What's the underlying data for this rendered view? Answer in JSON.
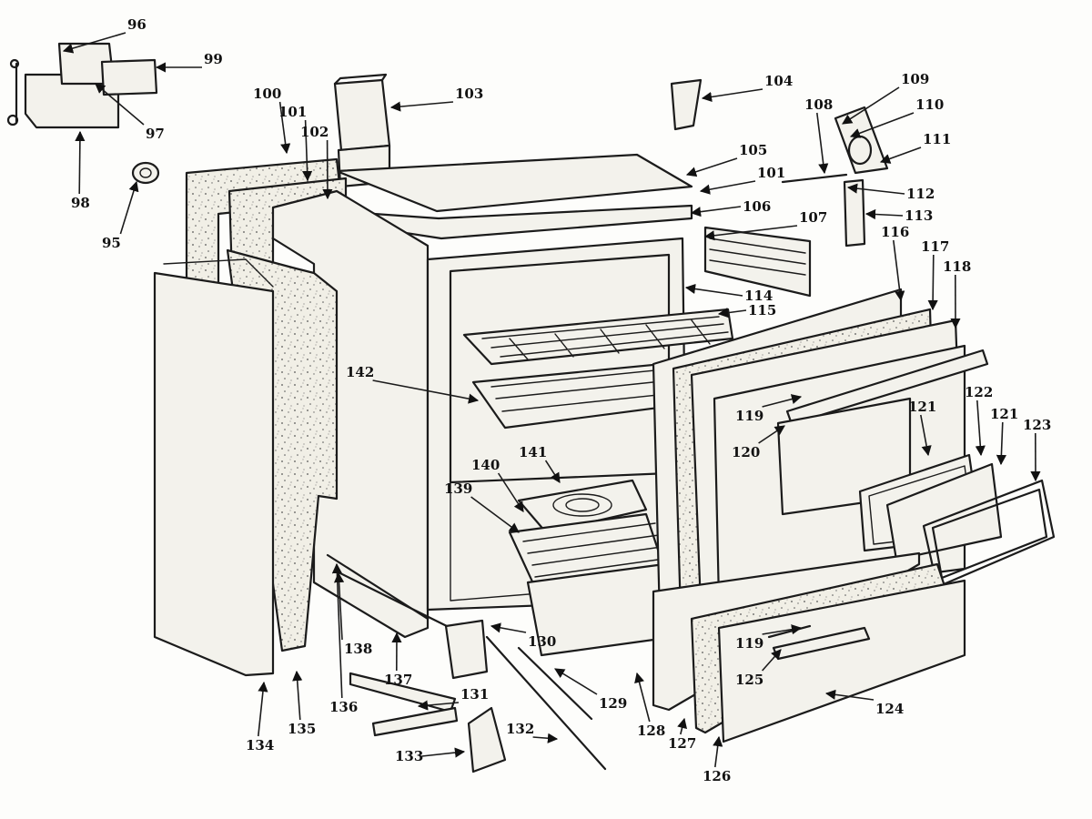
{
  "callouts": [
    {
      "id": "95",
      "text": "95"
    },
    {
      "id": "96",
      "text": "96"
    },
    {
      "id": "97",
      "text": "97"
    },
    {
      "id": "98",
      "text": "98"
    },
    {
      "id": "99",
      "text": "99"
    },
    {
      "id": "100",
      "text": "100"
    },
    {
      "id": "101a",
      "text": "101"
    },
    {
      "id": "101b",
      "text": "101"
    },
    {
      "id": "102",
      "text": "102"
    },
    {
      "id": "103",
      "text": "103"
    },
    {
      "id": "104",
      "text": "104"
    },
    {
      "id": "105",
      "text": "105"
    },
    {
      "id": "106",
      "text": "106"
    },
    {
      "id": "107",
      "text": "107"
    },
    {
      "id": "108",
      "text": "108"
    },
    {
      "id": "109",
      "text": "109"
    },
    {
      "id": "110",
      "text": "110"
    },
    {
      "id": "111",
      "text": "111"
    },
    {
      "id": "112",
      "text": "112"
    },
    {
      "id": "113",
      "text": "113"
    },
    {
      "id": "114",
      "text": "114"
    },
    {
      "id": "115",
      "text": "115"
    },
    {
      "id": "116",
      "text": "116"
    },
    {
      "id": "117",
      "text": "117"
    },
    {
      "id": "118",
      "text": "118"
    },
    {
      "id": "119a",
      "text": "119"
    },
    {
      "id": "119b",
      "text": "119"
    },
    {
      "id": "120",
      "text": "120"
    },
    {
      "id": "121a",
      "text": "121"
    },
    {
      "id": "121b",
      "text": "121"
    },
    {
      "id": "122",
      "text": "122"
    },
    {
      "id": "123",
      "text": "123"
    },
    {
      "id": "124",
      "text": "124"
    },
    {
      "id": "125",
      "text": "125"
    },
    {
      "id": "126",
      "text": "126"
    },
    {
      "id": "127",
      "text": "127"
    },
    {
      "id": "128",
      "text": "128"
    },
    {
      "id": "129",
      "text": "129"
    },
    {
      "id": "130",
      "text": "130"
    },
    {
      "id": "131",
      "text": "131"
    },
    {
      "id": "132",
      "text": "132"
    },
    {
      "id": "133",
      "text": "133"
    },
    {
      "id": "134",
      "text": "134"
    },
    {
      "id": "135",
      "text": "135"
    },
    {
      "id": "136",
      "text": "136"
    },
    {
      "id": "137",
      "text": "137"
    },
    {
      "id": "138",
      "text": "138"
    },
    {
      "id": "139",
      "text": "139"
    },
    {
      "id": "140",
      "text": "140"
    },
    {
      "id": "141",
      "text": "141"
    },
    {
      "id": "142",
      "text": "142"
    }
  ]
}
